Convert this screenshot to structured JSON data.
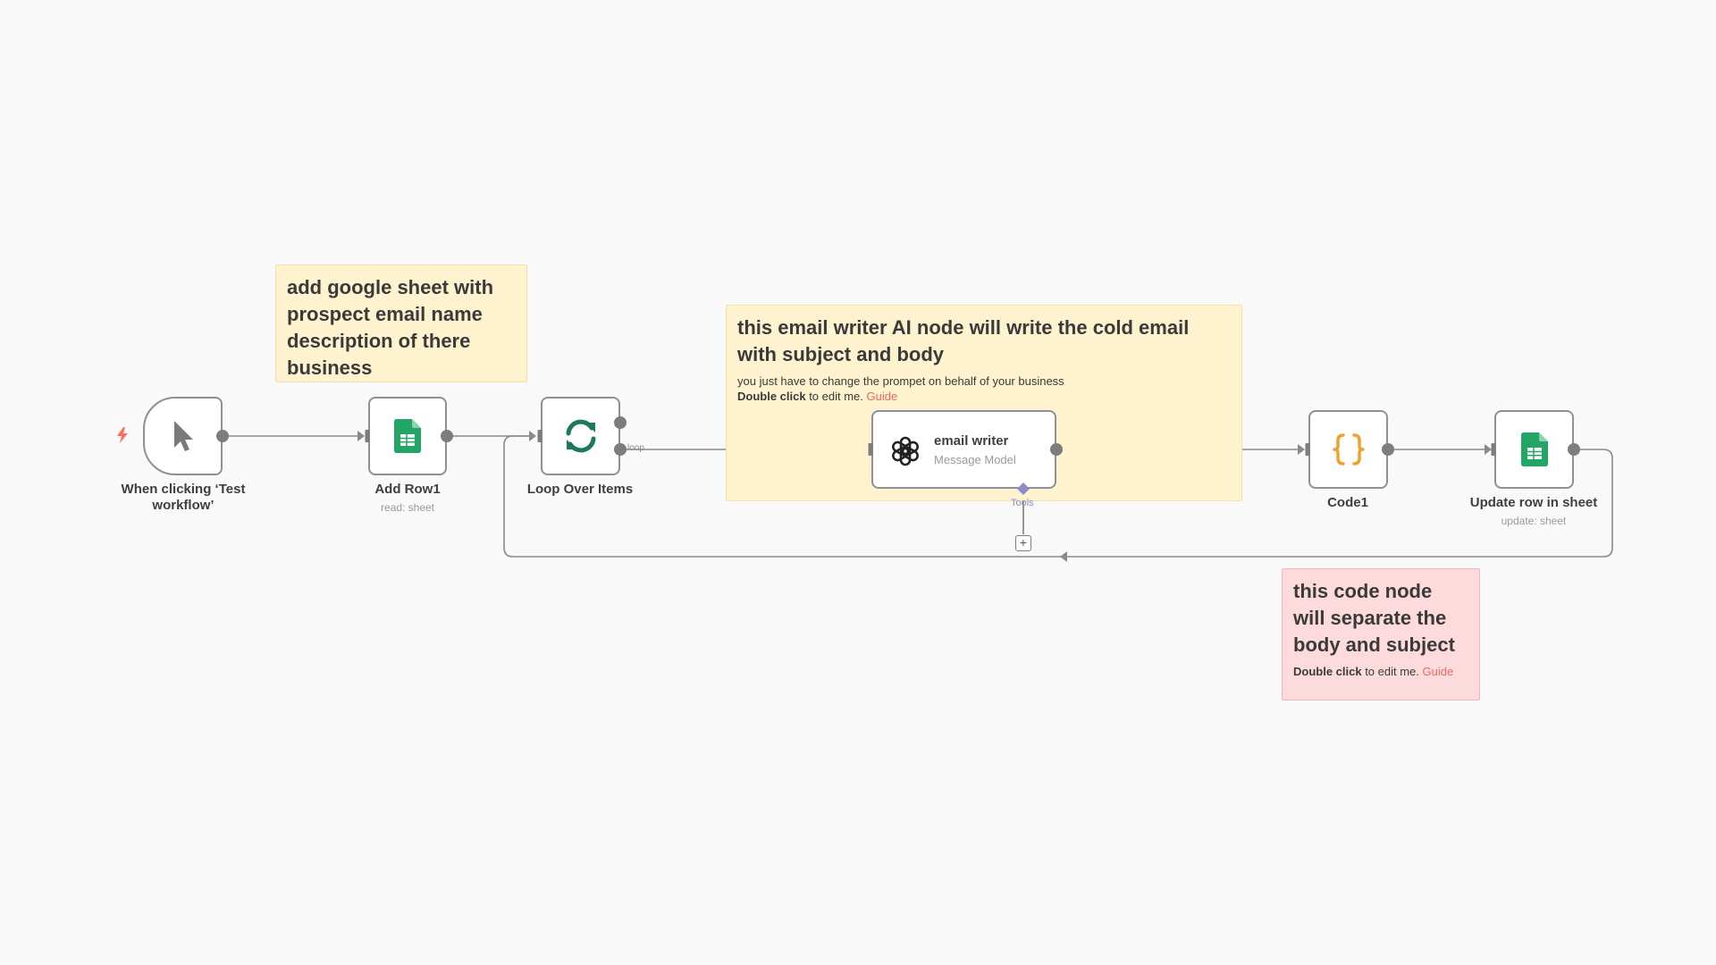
{
  "stickies": {
    "sheet_note": {
      "text": "add google sheet with prospect email name description of there business"
    },
    "ai_note": {
      "heading": "this email writer AI node will write the cold email with subject and body",
      "body": "you just have to change the prompet on behalf of your business",
      "edit_strong": "Double click",
      "edit_rest": " to edit me. ",
      "guide": "Guide"
    },
    "code_note": {
      "heading": "this code node will separate the body and subject",
      "edit_strong": "Double click",
      "edit_rest": " to edit me. ",
      "guide": "Guide"
    }
  },
  "nodes": {
    "trigger": {
      "label": "When clicking ‘Test workflow’",
      "icon": "cursor-arrow-icon"
    },
    "add_row": {
      "label": "Add Row1",
      "sublabel": "read: sheet",
      "icon": "google-sheets-icon"
    },
    "loop": {
      "label": "Loop Over Items",
      "icon": "refresh-loop-icon"
    },
    "email_writer": {
      "title": "email writer",
      "subtitle": "Message Model",
      "icon": "openai-icon",
      "tools_label": "Tools"
    },
    "code": {
      "label": "Code1",
      "icon": "curly-braces-icon"
    },
    "update_row": {
      "label": "Update row in sheet",
      "sublabel": "update: sheet",
      "icon": "google-sheets-icon"
    }
  },
  "connections": {
    "loop_label": "loop"
  },
  "colors": {
    "canvas": "#f9f9f9",
    "wire": "#8a8a8a",
    "sheets_green": "#22a565",
    "loop_green": "#1d7a57",
    "code_orange": "#f0a32a",
    "tools_purple": "#8c8cc8",
    "guide_link": "#e66a5e",
    "bolt": "#ff6d5a"
  }
}
